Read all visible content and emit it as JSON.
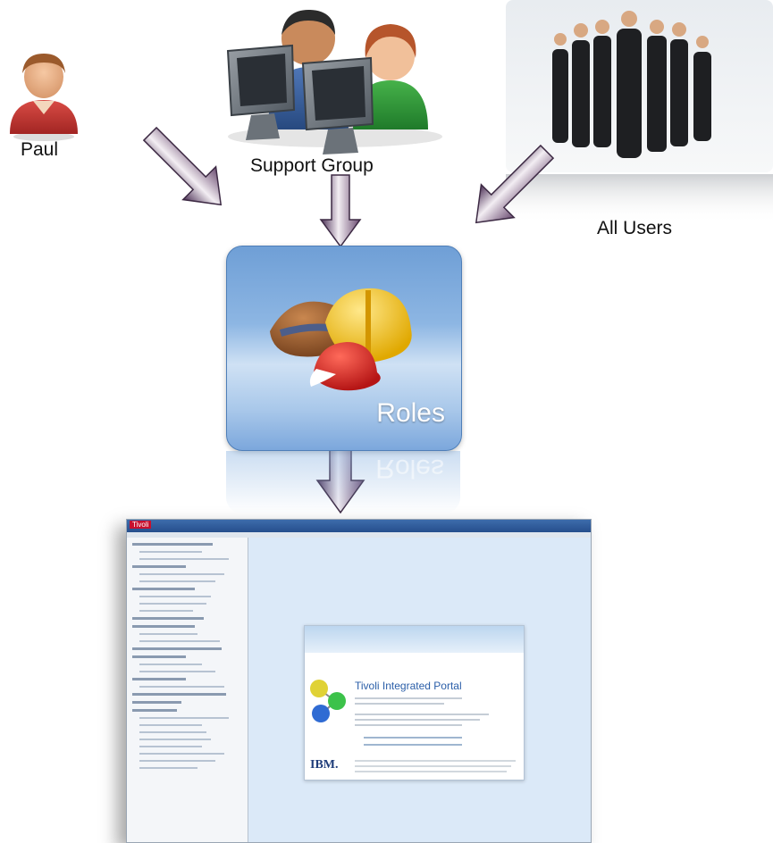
{
  "actors": {
    "paul": {
      "label": "Paul"
    },
    "support_group": {
      "label": "Support Group"
    },
    "all_users": {
      "label": "All Users"
    }
  },
  "roles_tile": {
    "label": "Roles",
    "reflection": "Roles"
  },
  "portal": {
    "topbar_title": "Tivoli",
    "about": {
      "title": "Tivoli Integrated Portal",
      "logo": "IBM."
    }
  },
  "colors": {
    "arrow_fill": "#a0769a",
    "arrow_edge": "#4a3250",
    "tile_blue": "#8db6e3",
    "portal_blue": "#dbe9f8"
  },
  "icons": [
    "person-icon",
    "support-group-icon",
    "users-photo",
    "hats-icon",
    "portal-screenshot"
  ]
}
